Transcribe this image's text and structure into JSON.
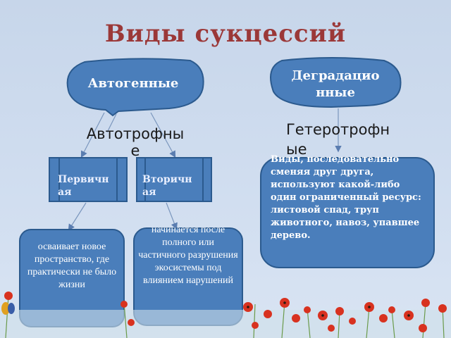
{
  "title": "Виды сукцессий",
  "nodes": {
    "autogenic": "Автогенные",
    "degradation": "Деградацио нные",
    "autotrophic": "Автотрофны е",
    "heterotrophic": "Гетеротрофн ые",
    "primary": "Первичн ая",
    "secondary": "Вторичн ая",
    "primary_desc": "осваивает новое пространство, где практически не было жизни",
    "secondary_desc": "начинается после полного или частичного разрушения экосистемы под влиянием нарушений",
    "degradation_desc": "Виды, последовательно сменяя друг друга, используют какой-либо один ограниченный ресурс: листовой спад, труп животного, навоз, упавшее дерево."
  },
  "colors": {
    "box_fill": "#4a7ebb",
    "box_stroke": "#2b5a8e",
    "title": "#9b3838",
    "arrow": "#6f8fb8",
    "poppy": "#d8321f"
  }
}
